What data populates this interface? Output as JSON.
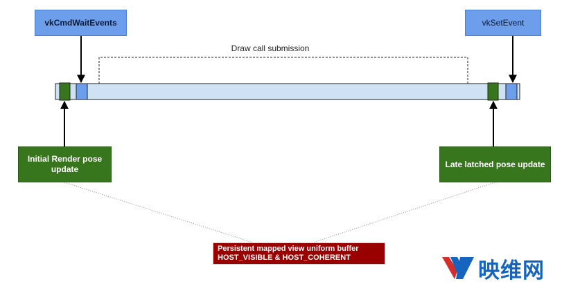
{
  "diagram": {
    "labels": {
      "wait_events": "vkCmdWaitEvents",
      "set_event": "vkSetEvent",
      "draw_call": "Draw call submission",
      "initial_pose": "Initial Render pose update",
      "late_pose": "Late latched pose update",
      "buffer_line1": "Persistent mapped view uniform buffer",
      "buffer_line2": "HOST_VISIBLE & HOST_COHERENT"
    },
    "colors": {
      "api_box": "#6d9eeb",
      "pose_box": "#38761d",
      "buffer_box": "#990000",
      "timeline_fill": "#cfe2f3",
      "timeline_border": "#222222",
      "marker_green": "#38761d",
      "marker_blue": "#6d9eeb"
    }
  },
  "logo": {
    "text": "映维网",
    "accent": "#1565c0",
    "accent_red": "#d32f2f"
  }
}
